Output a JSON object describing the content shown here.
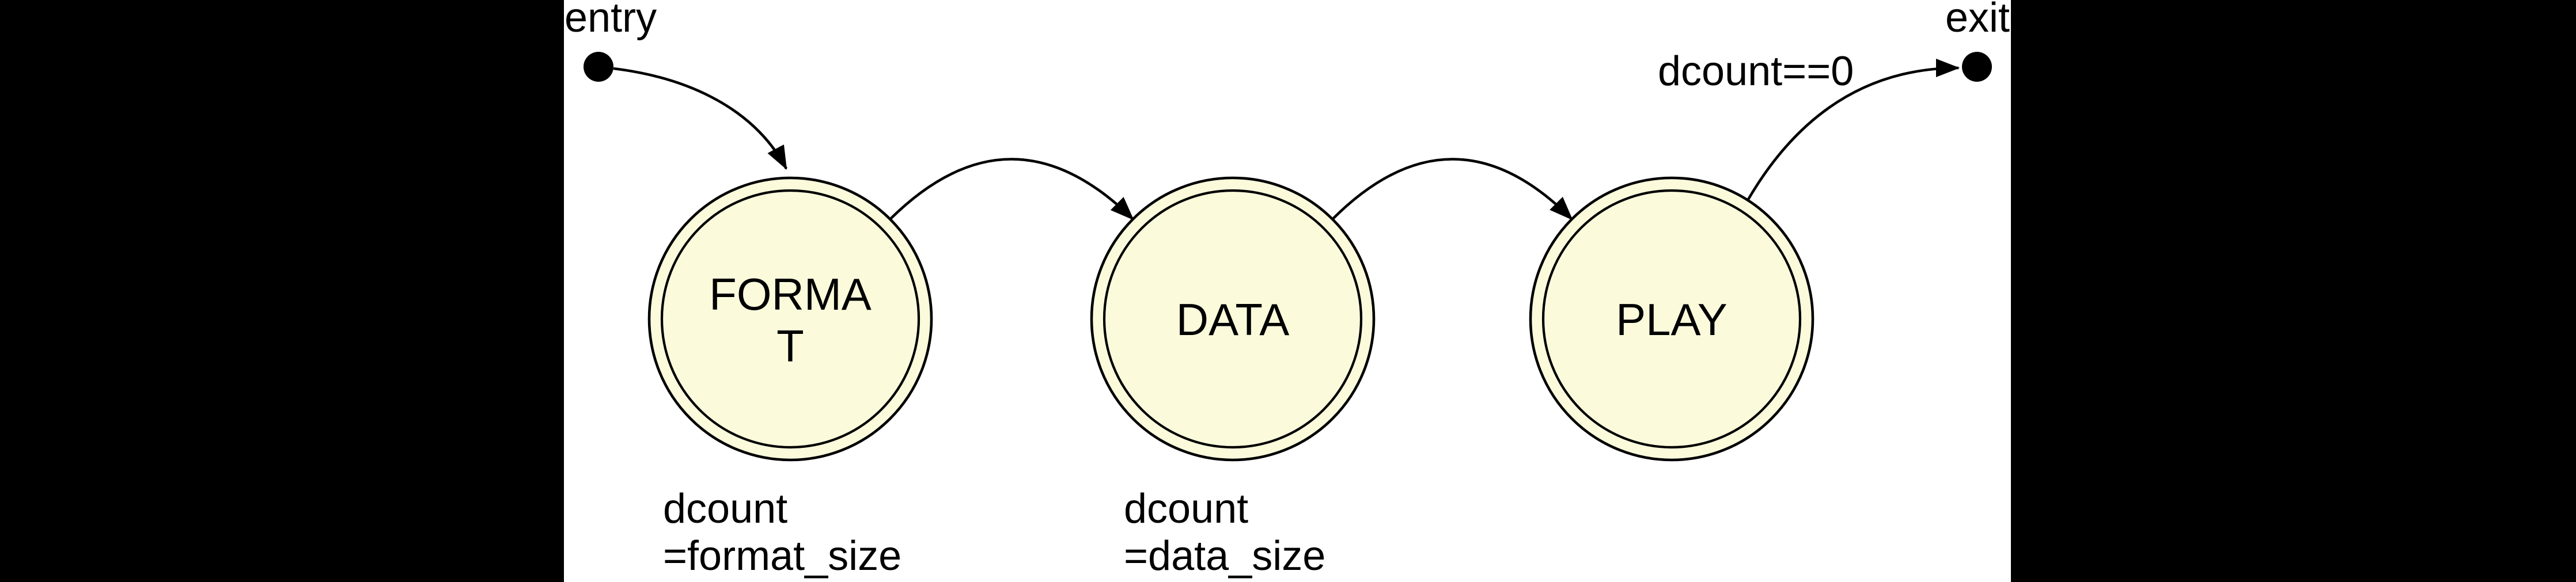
{
  "colors": {
    "letterbox": "#000000",
    "canvas_background": "#ffffff",
    "state_fill": "#fbfbdc",
    "stroke": "#000000",
    "text": "#000000"
  },
  "diagram": {
    "type": "state-machine",
    "entry_label": "entry",
    "exit_label": "exit",
    "states": [
      {
        "name": "FORMAT",
        "display_line1": "FORMA",
        "display_line2": "T",
        "action_line1": "dcount",
        "action_line2": "=format_size"
      },
      {
        "name": "DATA",
        "display_line1": "DATA",
        "action_line1": "dcount",
        "action_line2": "=data_size"
      },
      {
        "name": "PLAY",
        "display_line1": "PLAY"
      }
    ],
    "transitions": [
      {
        "from": "entry",
        "to": "FORMAT",
        "label": ""
      },
      {
        "from": "FORMAT",
        "to": "DATA",
        "label": ""
      },
      {
        "from": "DATA",
        "to": "PLAY",
        "label": ""
      },
      {
        "from": "PLAY",
        "to": "exit",
        "label": "dcount==0"
      }
    ]
  }
}
